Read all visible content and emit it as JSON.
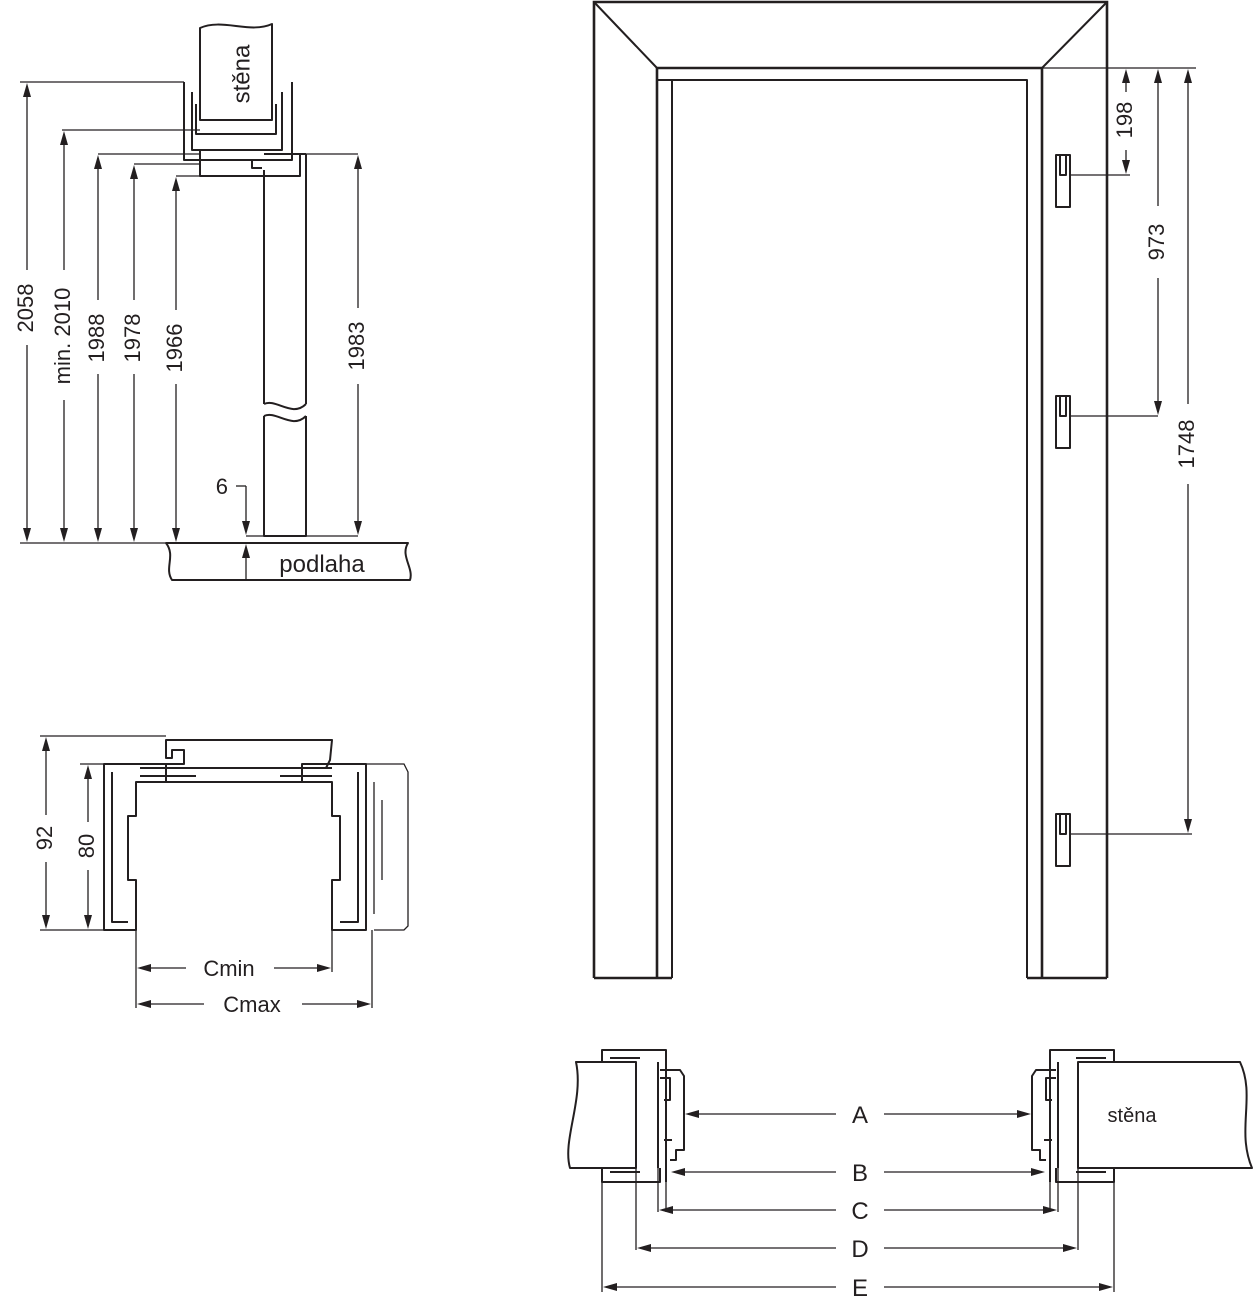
{
  "side_section": {
    "wall_label": "stěna",
    "floor_label": "podlaha",
    "dim_2058": "2058",
    "dim_min2010": "min. 2010",
    "dim_1988": "1988",
    "dim_1978": "1978",
    "dim_1966": "1966",
    "dim_1983": "1983",
    "dim_6": "6"
  },
  "profile_section": {
    "dim_92": "92",
    "dim_80": "80",
    "cmin_label": "Cmin",
    "cmax_label": "Cmax"
  },
  "frame_elevation": {
    "dim_198": "198",
    "dim_973": "973",
    "dim_1748": "1748"
  },
  "plan_section": {
    "wall_label": "stěna",
    "dim_a": "A",
    "dim_b": "B",
    "dim_c": "C",
    "dim_d": "D",
    "dim_e": "E"
  }
}
